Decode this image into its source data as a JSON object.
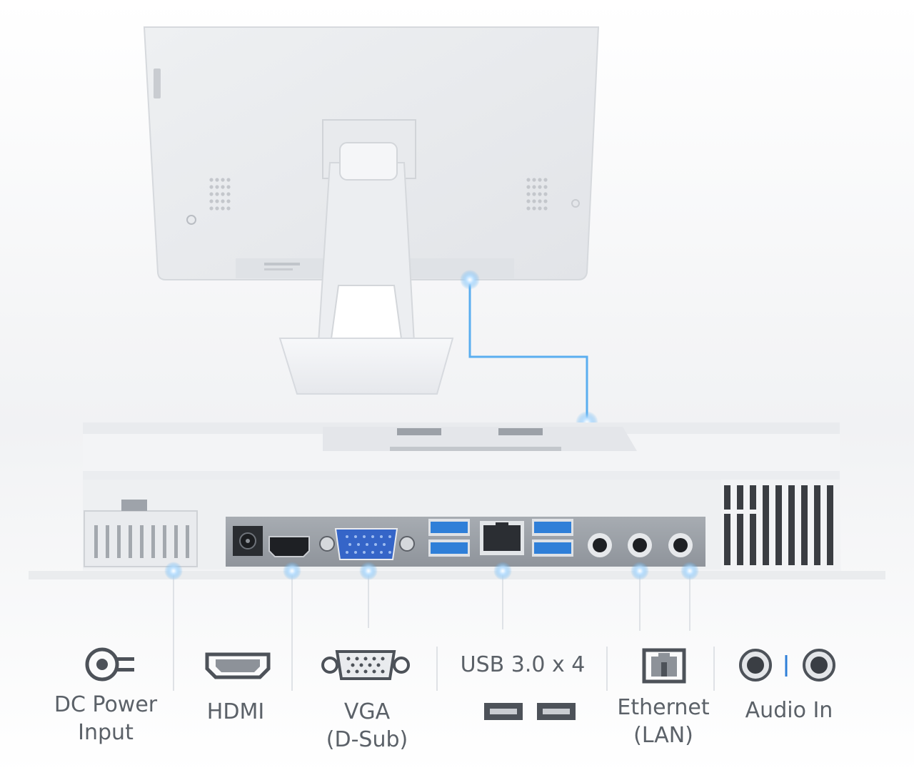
{
  "labels": {
    "dc_power": [
      "DC Power",
      "Input"
    ],
    "hdmi": "HDMI",
    "vga": [
      "VGA",
      "(D-Sub)"
    ],
    "usb": "USB 3.0 x 4",
    "ethernet": [
      "Ethernet",
      "(LAN)"
    ],
    "audio": "Audio In"
  },
  "colors": {
    "body": "#f3f4f6",
    "port_panel": "#9ea3aa",
    "glow": "#5aaef0",
    "usb_blue": "#2f7fd8",
    "vga_blue": "#3565c8",
    "label_text": "#5b6168"
  },
  "icons": [
    "dc-power-icon",
    "hdmi-icon",
    "vga-icon",
    "usb-icon",
    "ethernet-icon",
    "audio-jack-icon"
  ]
}
